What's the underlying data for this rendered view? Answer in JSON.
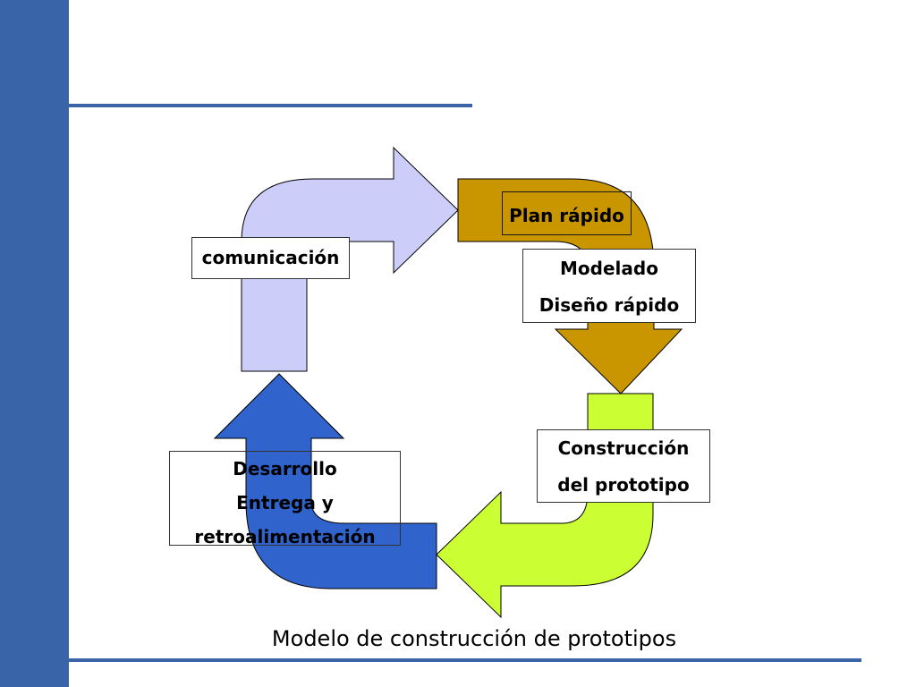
{
  "colors": {
    "slide_accent": "#3a64a8",
    "arrow_communication": "#cccdf9",
    "arrow_planning": "#c99600",
    "arrow_construction": "#ccff33",
    "arrow_deployment": "#3063cc"
  },
  "labels": {
    "communication": "comunicación",
    "planning": "Plan rápido",
    "modeling_line1": "Modelado",
    "modeling_line2": "Diseño rápido",
    "construction_line1": "Construcción",
    "construction_line2": "del prototipo",
    "deployment_line1": "Desarrollo",
    "deployment_line2": "Entrega y",
    "deployment_line3": "retroalimentación"
  },
  "caption": "Modelo de construcción de prototipos"
}
